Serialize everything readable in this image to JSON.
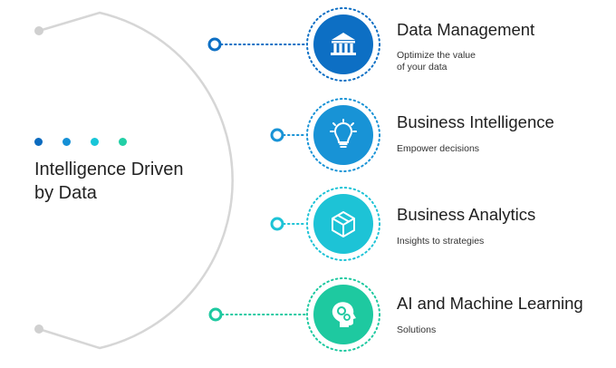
{
  "headline": {
    "line1": "Intelligence Driven",
    "line2": "by Data"
  },
  "colors": {
    "arc": "#d6d6d6",
    "dots": [
      "#0b6bbf",
      "#1590d6",
      "#18c6d8",
      "#22cfa6"
    ]
  },
  "items": [
    {
      "title": "Data Management",
      "subtitle_lines": [
        "Optimize the value",
        "of your data"
      ],
      "icon": "bank-icon",
      "color": "#0d6fc4"
    },
    {
      "title": "Business Intelligence",
      "subtitle_lines": [
        "Empower decisions"
      ],
      "icon": "lightbulb-icon",
      "color": "#1893d6"
    },
    {
      "title": "Business Analytics",
      "subtitle_lines": [
        "Insights to strategies"
      ],
      "icon": "box-icon",
      "color": "#1dc3d6"
    },
    {
      "title": "AI and Machine Learning",
      "subtitle_lines": [
        "Solutions"
      ],
      "icon": "head-gears-icon",
      "color": "#1ec9a0"
    }
  ]
}
